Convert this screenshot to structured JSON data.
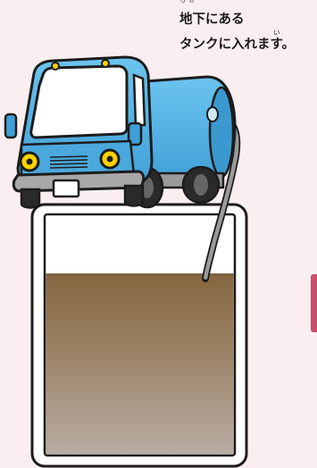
{
  "caption": {
    "line1": "地下にある",
    "line2": "タンクに入れます。",
    "ruby_chika": "ちか",
    "ruby_i": "い"
  },
  "colors": {
    "background": "#fbeef1",
    "truck_body": "#5ab4e3",
    "tank_liquid_top": "#8a6a45",
    "tank_liquid_bottom": "#b6a89e",
    "side_tab": "#c8506e"
  },
  "tank": {
    "fill_level": 0.75
  }
}
